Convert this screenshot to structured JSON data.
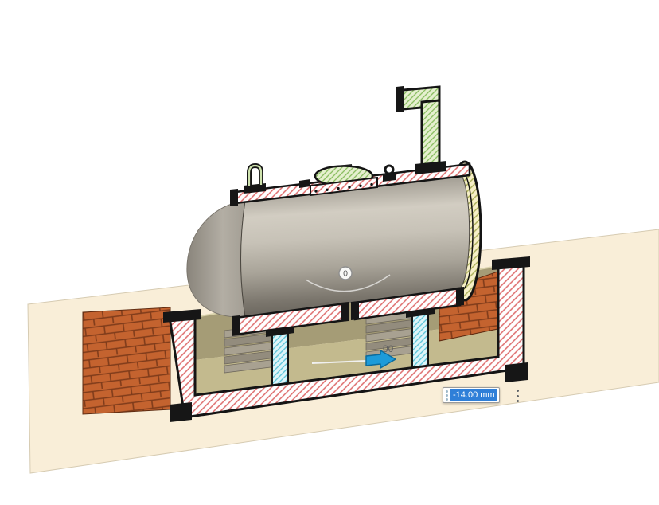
{
  "app": {
    "type": "cad-section-analysis-viewport"
  },
  "viewport": {
    "origin_label": "0",
    "drag_value_label": "00"
  },
  "dimension_box": {
    "value": "-14.00 mm",
    "selection_color": "#2f7fd8"
  },
  "icons": {
    "manipulator_arrow": "move-right-arrow-icon",
    "kebab": "vertical-ellipsis-icon",
    "drag_handle": "grip-dots-icon",
    "origin": "origin-marker"
  },
  "colors": {
    "section_plane": "#f9eed8",
    "cut_hatch_red": "#dd6a6a",
    "endcap_hatch_yellow": "#a9ae56",
    "pipe_hatch_green": "#86bb5c",
    "support_hatch_cyan": "#55c2d8",
    "brick": "#c4632f",
    "tank_gray": "#b0aba1",
    "pit_interior_tan": "#a59c76",
    "manipulator_blue": "#1d9bd9"
  }
}
